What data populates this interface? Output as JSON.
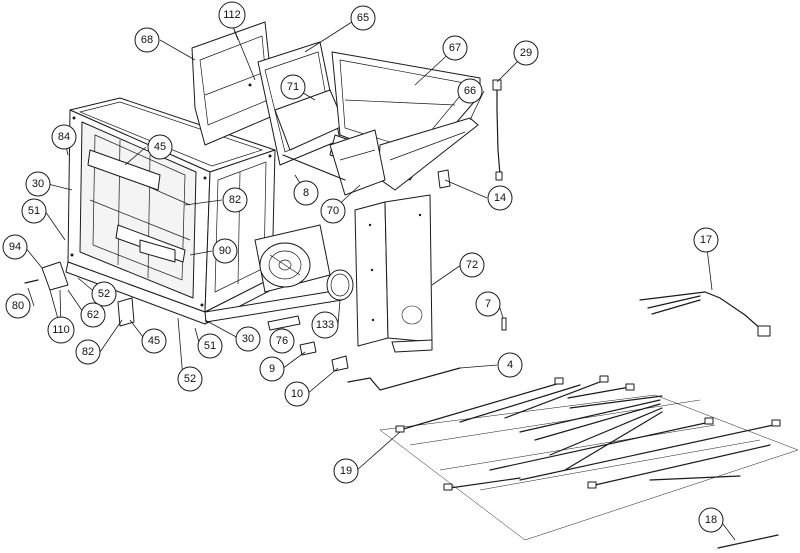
{
  "callouts": [
    {
      "id": "c112",
      "label": "112"
    },
    {
      "id": "c65",
      "label": "65"
    },
    {
      "id": "c68",
      "label": "68"
    },
    {
      "id": "c67",
      "label": "67"
    },
    {
      "id": "c29",
      "label": "29"
    },
    {
      "id": "c71",
      "label": "71"
    },
    {
      "id": "c66",
      "label": "66"
    },
    {
      "id": "c84",
      "label": "84"
    },
    {
      "id": "c45a",
      "label": "45"
    },
    {
      "id": "c30a",
      "label": "30"
    },
    {
      "id": "c82a",
      "label": "82"
    },
    {
      "id": "c8",
      "label": "8"
    },
    {
      "id": "c14",
      "label": "14"
    },
    {
      "id": "c70",
      "label": "70"
    },
    {
      "id": "c51a",
      "label": "51"
    },
    {
      "id": "c90",
      "label": "90"
    },
    {
      "id": "c17",
      "label": "17"
    },
    {
      "id": "c94",
      "label": "94"
    },
    {
      "id": "c72",
      "label": "72"
    },
    {
      "id": "c52a",
      "label": "52"
    },
    {
      "id": "c80",
      "label": "80"
    },
    {
      "id": "c62",
      "label": "62"
    },
    {
      "id": "c7",
      "label": "7"
    },
    {
      "id": "c133",
      "label": "133"
    },
    {
      "id": "c110",
      "label": "110"
    },
    {
      "id": "c30b",
      "label": "30"
    },
    {
      "id": "c76",
      "label": "76"
    },
    {
      "id": "c82b",
      "label": "82"
    },
    {
      "id": "c45b",
      "label": "45"
    },
    {
      "id": "c51b",
      "label": "51"
    },
    {
      "id": "c4",
      "label": "4"
    },
    {
      "id": "c9",
      "label": "9"
    },
    {
      "id": "c52b",
      "label": "52"
    },
    {
      "id": "c10",
      "label": "10"
    },
    {
      "id": "c19",
      "label": "19"
    },
    {
      "id": "c18",
      "label": "18"
    }
  ]
}
